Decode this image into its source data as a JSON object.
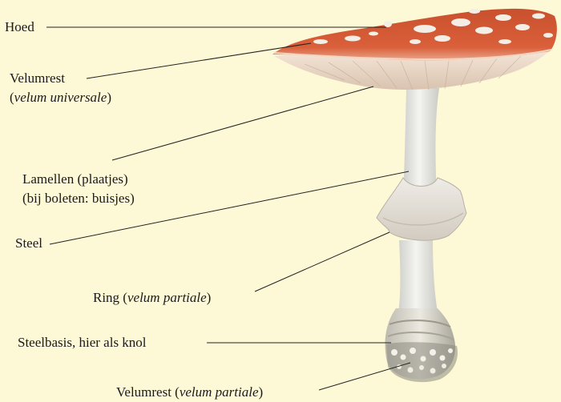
{
  "diagram": {
    "labels": {
      "hoed": "Hoed",
      "velumrest_1_line1": "Velumrest",
      "velumrest_1_open": "(",
      "velumrest_1_italic": "velum universale",
      "velumrest_1_close": ")",
      "lamellen_line1": "Lamellen (plaatjes)",
      "lamellen_line2": "(bij boleten: buisjes)",
      "steel": "Steel",
      "ring_prefix": "Ring (",
      "ring_italic": "velum partiale",
      "ring_suffix": ")",
      "steelbasis": "Steelbasis, hier als knol",
      "velumrest_2_prefix": "Velumrest (",
      "velumrest_2_italic": "velum partiale",
      "velumrest_2_suffix": ")"
    },
    "colors": {
      "background": "#fdf8d6",
      "cap": "#d9542f",
      "cap_spots": "#f3efe6",
      "gills": "#f2e6d8",
      "stem": "#ebebe6",
      "line": "#222222"
    }
  }
}
